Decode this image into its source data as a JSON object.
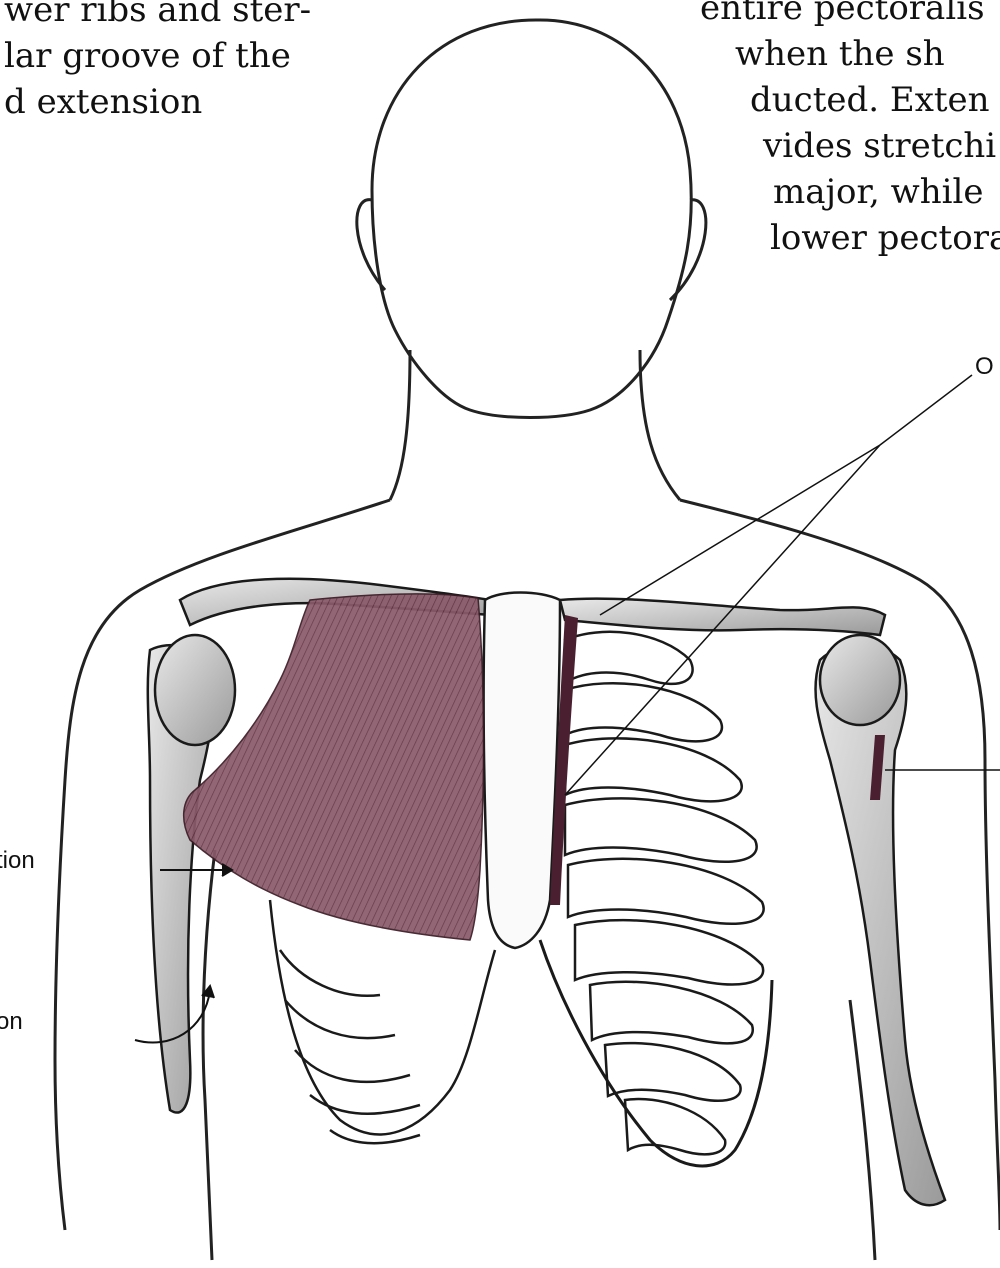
{
  "text_left": [
    "wer ribs and ster-",
    "lar groove of the",
    "d extension"
  ],
  "text_right": [
    "entire  pectoralis",
    "when  the  sh",
    "ducted. Exten",
    "vides  stretchi",
    "major,  while",
    "lower pectora"
  ],
  "labels": {
    "left_upper": "tion",
    "left_lower": "on",
    "right_top": "O"
  },
  "colors": {
    "muscle": "#7a4a5a",
    "muscle_dark": "#4a2030",
    "bone_outline": "#1a1a1a",
    "bone_shade": "#bdbdbd",
    "skin_outline": "#222222"
  }
}
